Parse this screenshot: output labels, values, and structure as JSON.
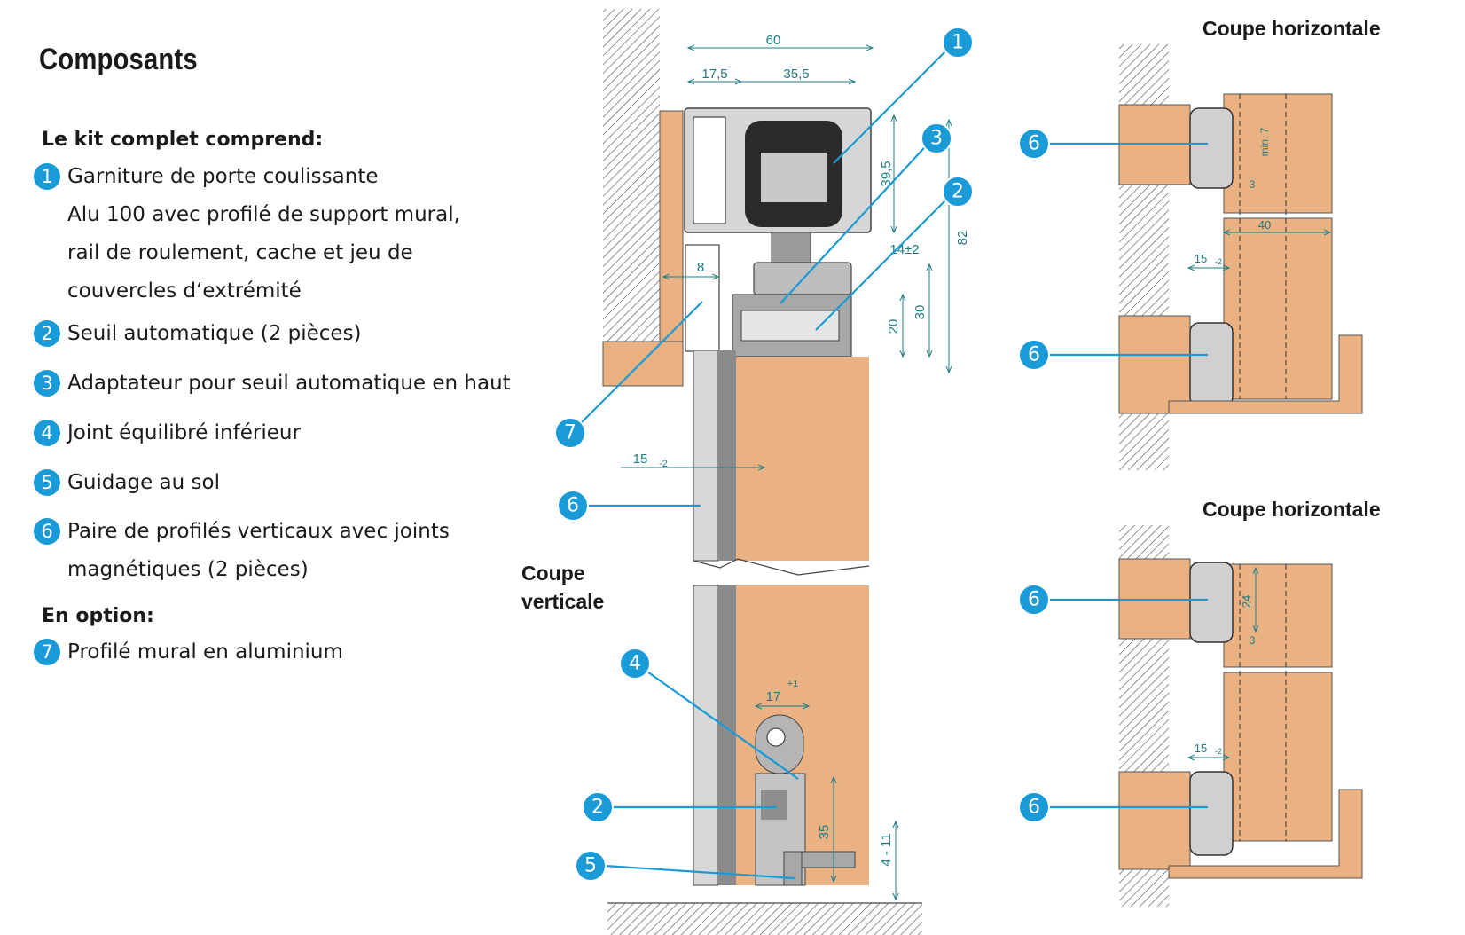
{
  "heading": "Composants",
  "kit_title": "Le kit complet comprend:",
  "items": [
    {
      "num": "1",
      "text": "Garniture de porte coulissante\nAlu 100 avec profilé de support mural,\nrail de roulement, cache et jeu de\ncouvercles d‘extrémité"
    },
    {
      "num": "2",
      "text": "Seuil automatique (2 pièces)"
    },
    {
      "num": "3",
      "text": "Adaptateur pour seuil automatique en haut"
    },
    {
      "num": "4",
      "text": "Joint équilibré inférieur"
    },
    {
      "num": "5",
      "text": "Guidage au sol"
    },
    {
      "num": "6",
      "text": "Paire de profilés verticaux avec joints\nmagnétiques (2 pièces)"
    }
  ],
  "option_title": "En option:",
  "option_item": {
    "num": "7",
    "text": "Profilé mural en aluminium"
  },
  "vertical_section": {
    "line1": "Coupe",
    "line2": "verticale"
  },
  "horizontal_section_label": "Coupe horizontale",
  "dimensions": {
    "d60": "60",
    "d17_5": "17,5",
    "d35_5": "35,5",
    "d39_5": "39,5",
    "d82": "82",
    "d14": "14±2",
    "d30": "30",
    "d20": "20",
    "d8": "8",
    "d15": "15",
    "tol_m2": "-2",
    "d17": "17",
    "tol_p1": "+1",
    "d35": "35",
    "d4_11": "4 - 11",
    "h_min7": "min. 7",
    "h_3": "3",
    "h_40": "40",
    "h_24": "24"
  },
  "colors": {
    "accent": "#1a9ad6",
    "wood": "#eab183",
    "aluminium": "#c8c8c8",
    "dimension": "#1e7d87"
  }
}
